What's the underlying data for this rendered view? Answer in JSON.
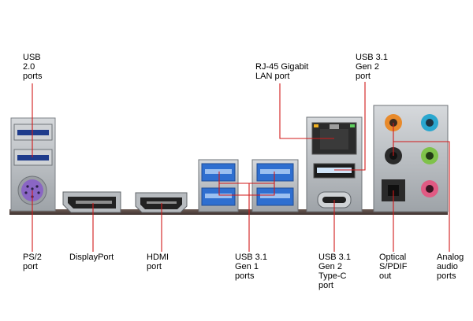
{
  "colors": {
    "background": "#ffffff",
    "leader_line": "#d11a1a",
    "board": "#5a4a45",
    "usb2_blue": "#1f3c8c",
    "usb3_blue": "#2f6fd0",
    "ps2_purple": "#8a66c4",
    "port_metal": "#b8bcc0",
    "audio_orange": "#e88a2b",
    "audio_cyan": "#2aa7cf",
    "audio_green": "#7fc24a",
    "audio_pink": "#e05a83"
  },
  "labels": {
    "usb20": [
      "USB",
      "2.0",
      "ports"
    ],
    "ps2": [
      "PS/2",
      "port"
    ],
    "displayport": [
      "DisplayPort"
    ],
    "hdmi": [
      "HDMI",
      "port"
    ],
    "usb31gen1": [
      "USB 3.1",
      "Gen 1",
      "ports"
    ],
    "rj45": [
      "RJ-45 Gigabit",
      "LAN port"
    ],
    "usb31gen2": [
      "USB 3.1",
      "Gen 2",
      "port"
    ],
    "usb31typec": [
      "USB 3.1",
      "Gen 2",
      "Type-C",
      "port"
    ],
    "optical": [
      "Optical",
      "S/PDIF",
      "out"
    ],
    "analog": [
      "Analog",
      "audio",
      "ports"
    ]
  }
}
